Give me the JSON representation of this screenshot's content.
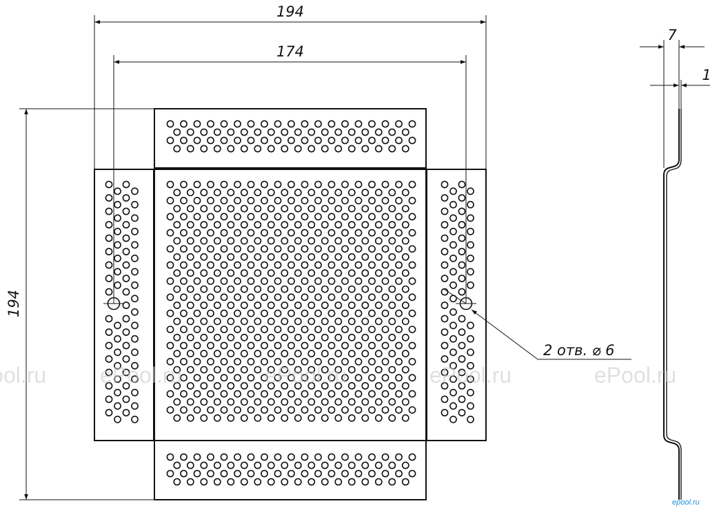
{
  "dimensions": {
    "overall_width": "194",
    "inner_width": "174",
    "overall_height": "194",
    "side_depth": "7",
    "thickness": "1"
  },
  "callout": {
    "holes_note": "2 отв. ⌀ 6"
  },
  "watermark": {
    "text": "ePool.ru"
  },
  "logo": {
    "text": "epool.ru"
  },
  "colors": {
    "line": "#111111",
    "watermark": "#c8c8c8",
    "logo": "#1e8fd8"
  }
}
